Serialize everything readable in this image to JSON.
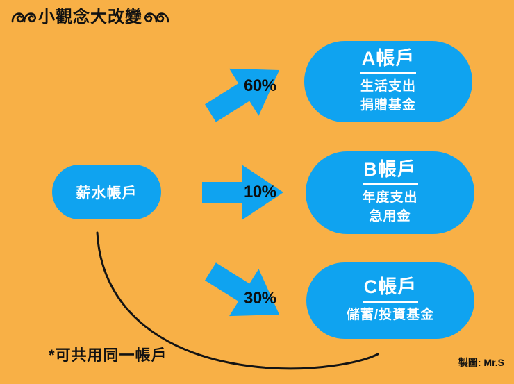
{
  "title": {
    "text": "小觀念大改變"
  },
  "source": {
    "label": "薪水帳戶"
  },
  "flows": [
    {
      "percent": "60%",
      "direction": "up-right"
    },
    {
      "percent": "10%",
      "direction": "right"
    },
    {
      "percent": "30%",
      "direction": "down-right"
    }
  ],
  "accounts": [
    {
      "name": "A帳戶",
      "items": [
        "生活支出",
        "捐贈基金"
      ]
    },
    {
      "name": "B帳戶",
      "items": [
        "年度支出",
        "急用金"
      ]
    },
    {
      "name": "C帳戶",
      "items": [
        "儲蓄/投資基金"
      ]
    }
  ],
  "note": "*可共用同一帳戶",
  "credit": "製圖: Mr.S",
  "colors": {
    "background": "#F8B046",
    "shape_blue": "#0FA3F0",
    "text_dark": "#121212",
    "pill_text": "#FFFFFF"
  }
}
